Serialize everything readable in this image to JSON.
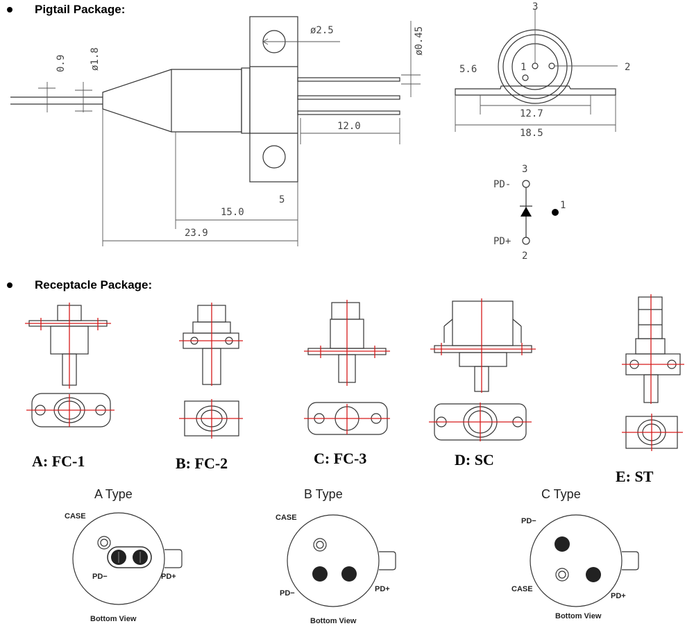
{
  "sections": {
    "pigtail": "Pigtail Package:",
    "receptacle": "Receptacle Package:"
  },
  "pigtail_dims": {
    "d_hole": "ø2.5",
    "d_pin": "ø0.45",
    "d_ferrule": "ø1.8",
    "fiber": "0.9",
    "pin_len": "12.0",
    "len_15": "15.0",
    "len_5": "5",
    "len_total": "23.9",
    "height": "5.6",
    "pitch": "12.7",
    "flange": "18.5",
    "pin1": "1",
    "pin2": "2",
    "pin3": "3"
  },
  "schematic": {
    "top_num": "3",
    "top_label": "PD-",
    "bottom_label": "PD+",
    "bottom_num": "2",
    "case_num": "1"
  },
  "receptacles": [
    {
      "label": "A: FC-1"
    },
    {
      "label": "B: FC-2"
    },
    {
      "label": "C: FC-3"
    },
    {
      "label": "D:  SC"
    },
    {
      "label": "E:  ST"
    }
  ],
  "pin_types": [
    {
      "title": "A  Type",
      "case": "CASE",
      "neg": "PD−",
      "pos": "PD+",
      "view": "Bottom  View"
    },
    {
      "title": "B  Type",
      "case": "CASE",
      "neg": "PD−",
      "pos": "PD+",
      "view": "Bottom  View"
    },
    {
      "title": "C  Type",
      "case": "CASE",
      "neg": "PD−",
      "pos": "PD+",
      "view": "Bottom  View"
    }
  ],
  "colors": {
    "centerline": "#d61a1a",
    "line": "#333333"
  }
}
